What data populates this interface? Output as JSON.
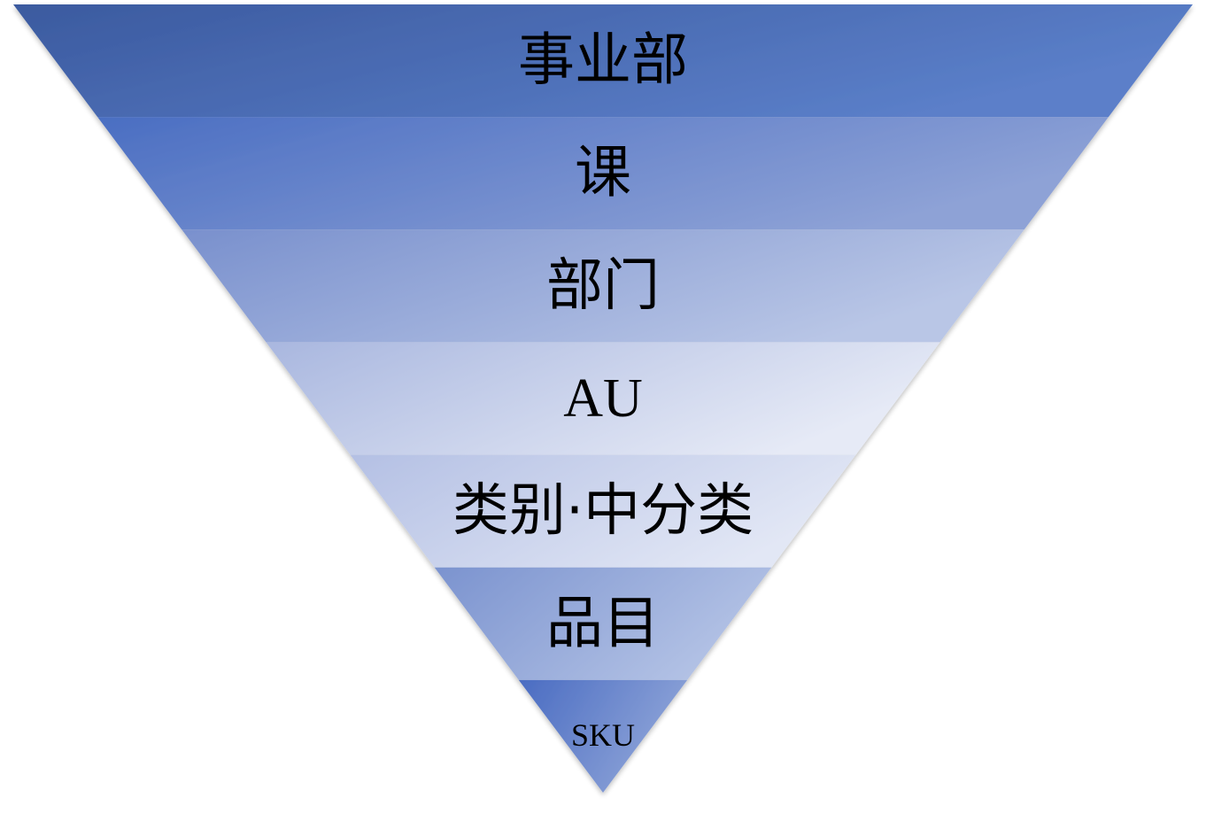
{
  "diagram": {
    "type": "inverted-pyramid",
    "layers": [
      {
        "label": "事业部",
        "from": "#3b5a9f",
        "to": "#5b7fc9",
        "script": "cjk"
      },
      {
        "label": "课",
        "from": "#4a6ec2",
        "to": "#8ea2d6",
        "script": "cjk"
      },
      {
        "label": "部门",
        "from": "#7990cd",
        "to": "#b9c6e6",
        "script": "cjk"
      },
      {
        "label": "AU",
        "from": "#a9b7df",
        "to": "#e6eaf6",
        "script": "latin"
      },
      {
        "label": "类别·中分类",
        "from": "#b4c0e4",
        "to": "#e2e7f5",
        "script": "cjk"
      },
      {
        "label": "品目",
        "from": "#7b93cf",
        "to": "#b3c2e5",
        "script": "cjk"
      },
      {
        "label": "SKU",
        "from": "#4a6cc2",
        "to": "#8ea4d8",
        "script": "latin-small"
      }
    ]
  }
}
